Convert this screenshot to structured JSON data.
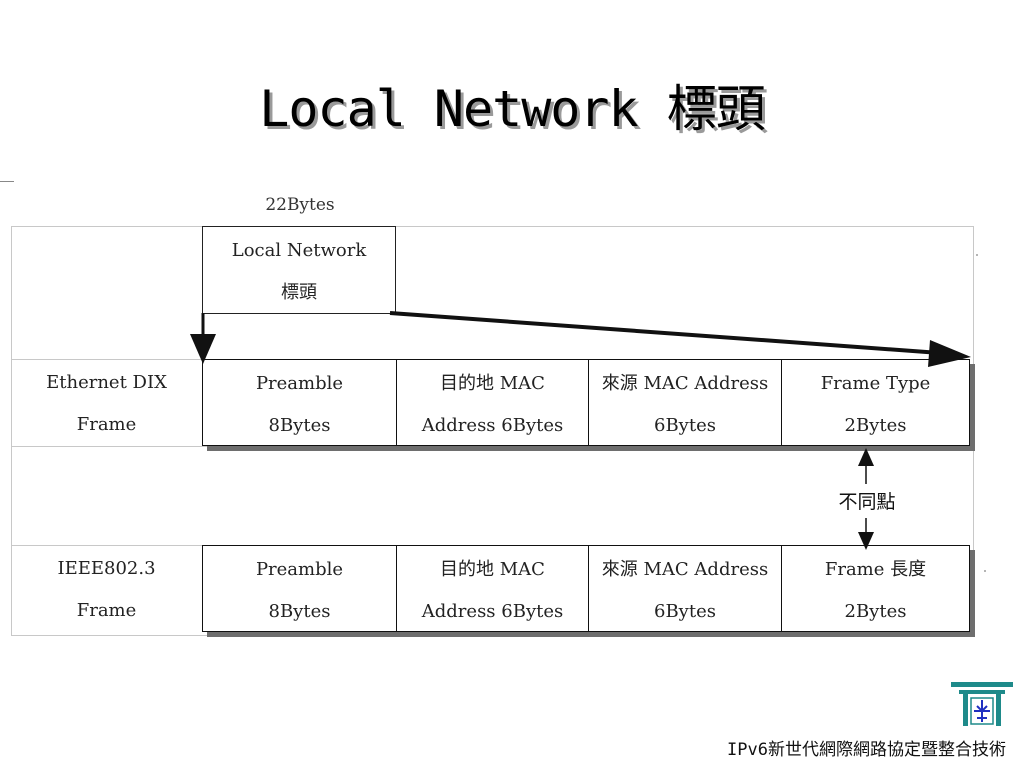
{
  "slide": {
    "title": "Local Network 標頭",
    "footer": "IPv6新世代網際網路協定暨整合技術"
  },
  "diagram": {
    "header_size": "22Bytes",
    "local_network_header": {
      "line1": "Local Network",
      "line2": "標頭"
    },
    "difference_label": "不同點",
    "rows": [
      {
        "label": {
          "line1": "Ethernet DIX",
          "line2": "Frame"
        },
        "cells": [
          {
            "line1": "Preamble",
            "line2": "8Bytes"
          },
          {
            "line1": "目的地 MAC",
            "line2": "Address 6Bytes"
          },
          {
            "line1": "來源 MAC Address",
            "line2": "6Bytes"
          },
          {
            "line1": "Frame Type",
            "line2": "2Bytes"
          }
        ]
      },
      {
        "label": {
          "line1": "IEEE802.3",
          "line2": "Frame"
        },
        "cells": [
          {
            "line1": "Preamble",
            "line2": "8Bytes"
          },
          {
            "line1": "目的地 MAC",
            "line2": "Address 6Bytes"
          },
          {
            "line1": "來源 MAC Address",
            "line2": "6Bytes"
          },
          {
            "line1": "Frame 長度",
            "line2": "2Bytes"
          }
        ]
      }
    ]
  },
  "colors": {
    "line": "#111111",
    "shadow": "#6e6e6e",
    "grid": "#c8c8c8",
    "logo_teal": "#1e8a8a",
    "logo_blue": "#2030c0"
  }
}
